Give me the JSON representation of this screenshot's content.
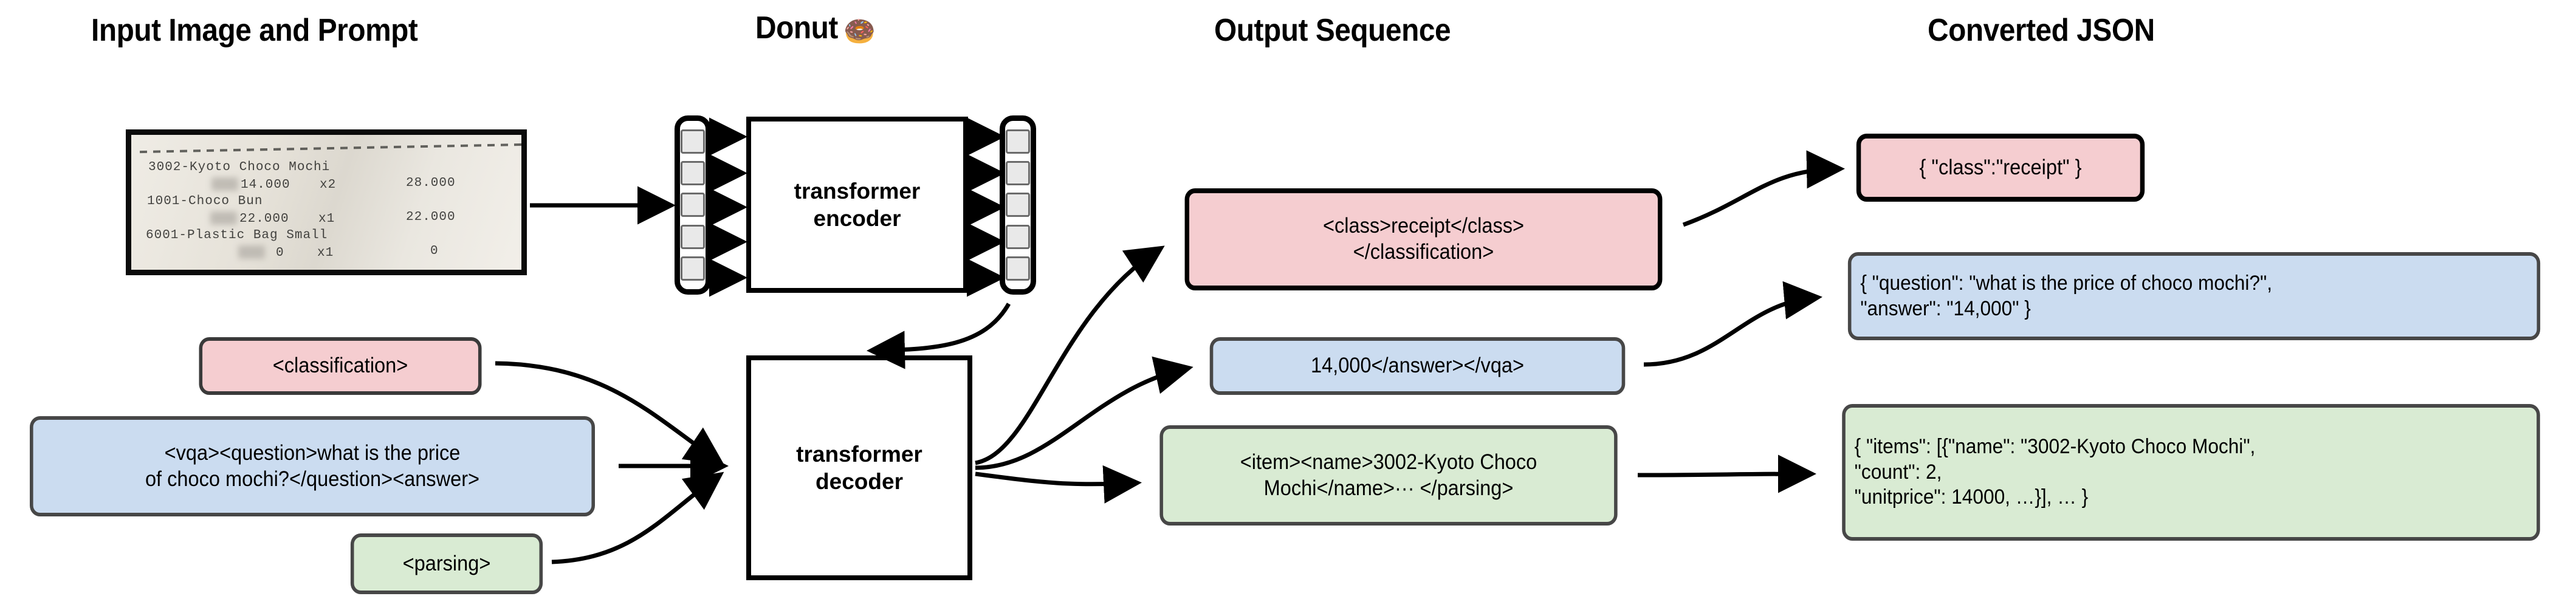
{
  "headers": {
    "input": "Input Image and Prompt",
    "donut": "Donut",
    "donut_emoji": "🍩",
    "output": "Output Sequence",
    "json": "Converted JSON"
  },
  "receipt": {
    "lines": [
      "3002-Kyoto Choco Mochi",
      "      14.000    x2        28.000",
      "1001-Choco Bun",
      "      22.000    x1        22.000",
      "6001-Plastic Bag Small",
      "          0    x1             0"
    ],
    "line1": "3002-Kyoto Choco Mochi",
    "line2_price": "14.000",
    "line2_qty": "x2",
    "line2_total": "28.000",
    "line3": "1001-Choco Bun",
    "line4_price": "22.000",
    "line4_qty": "x1",
    "line4_total": "22.000",
    "line5": "6001-Plastic Bag Small",
    "line6_price": "0",
    "line6_qty": "x1",
    "line6_total": "0"
  },
  "prompts": {
    "classification": "<classification>",
    "vqa": "<vqa><question>what is the price\nof choco mochi?</question><answer>",
    "parsing": "<parsing>"
  },
  "model": {
    "encoder": "transformer\nencoder",
    "decoder": "transformer\ndecoder",
    "encoder_tokens": 5,
    "encoder_outputs": 5
  },
  "outputs": {
    "classification": "<class>receipt</class>\n</classification>",
    "vqa": "14,000</answer></vqa>",
    "parsing": "<item><name>3002-Kyoto Choco\nMochi</name>··· </parsing>"
  },
  "converted": {
    "classification": "{ \"class\":\"receipt\" }",
    "vqa": "{ \"question\": \"what is the price of choco mochi?\",\n   \"answer\": \"14,000\" }",
    "parsing": "{ \"items\": [{\"name\": \"3002-Kyoto Choco Mochi\",\n      \"count\": 2,\n      \"unitprice\": 14000, …}], … }"
  },
  "colors": {
    "pink": "#f5cdd0",
    "blue": "#cbdcf0",
    "green": "#d9ebd3",
    "border_dark": "#3a3a3a",
    "line": "#000000"
  }
}
